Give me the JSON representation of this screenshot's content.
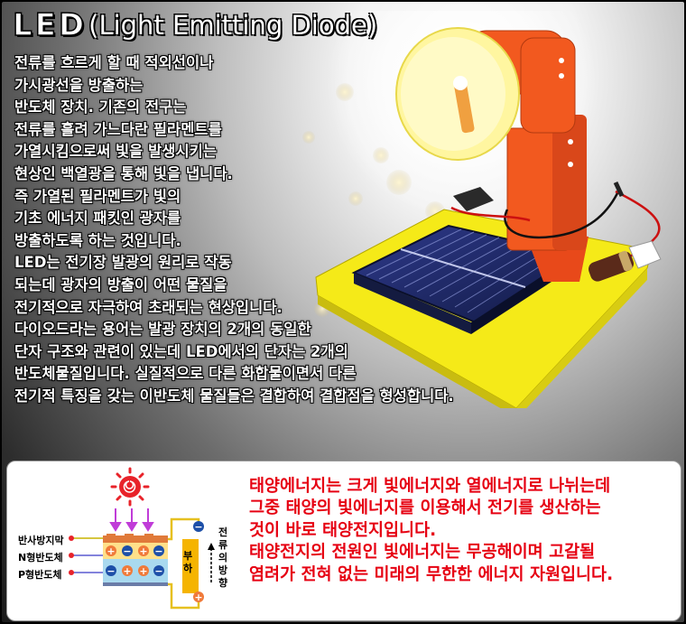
{
  "header": {
    "logo_text": "LED",
    "subtitle": "(Light Emitting Diode)"
  },
  "body_lines": [
    "전류를 흐르게 할 때 적외선이나",
    "가시광선을 방출하는",
    "반도체 장치. 기존의 전구는",
    "전류를 흘려 가느다란 필라멘트를",
    "가열시킴으로써 빛을 발생시키는",
    "현상인 백열광을 통해 빛을 냅니다.",
    "즉 가열된 필라멘트가 빛의",
    "기초 에너지 패킷인 광자를",
    "방출하도록 하는 것입니다.",
    "LED는 전기장 발광의 원리로 작동",
    "되는데 광자의 방출이 어떤 물질을",
    "전기적으로 자극하여 초래되는 현상입니다.",
    "다이오드라는 용어는 발광 장치의 2개의 동일한",
    "단자 구조와 관련이 있는데 LED에서의 단자는 2개의",
    "반도체물질입니다. 실질적으로 다른 화합물이면서 다른",
    "전기적 특징을 갖는 이반도체 물질들은 결합하여 결합점을 형성합니다."
  ],
  "diagram": {
    "labels": [
      "반사방지막",
      "N형반도체",
      "P형반도체"
    ],
    "load_label": [
      "부",
      "하"
    ],
    "current_label": [
      "전",
      "류",
      "의",
      "방",
      "향"
    ],
    "plus": "+",
    "minus": "−"
  },
  "info_lines": [
    "태양에너지는 크게 빛에너지와 열에너지로 나뉘는데",
    "그중 태양의 빛에너지를 이용해서 전기를 생산하는",
    "것이 바로 태양전지입니다.",
    "태양전지의 전원인 빛에너지는 무공해이며 고갈될",
    "염려가 전혀 없는 미래의 무한한 에너지 자원입니다."
  ],
  "colors": {
    "info_text": "#e60012",
    "frame_yellow": "#f5ea18",
    "robot_orange": "#f2591f"
  }
}
